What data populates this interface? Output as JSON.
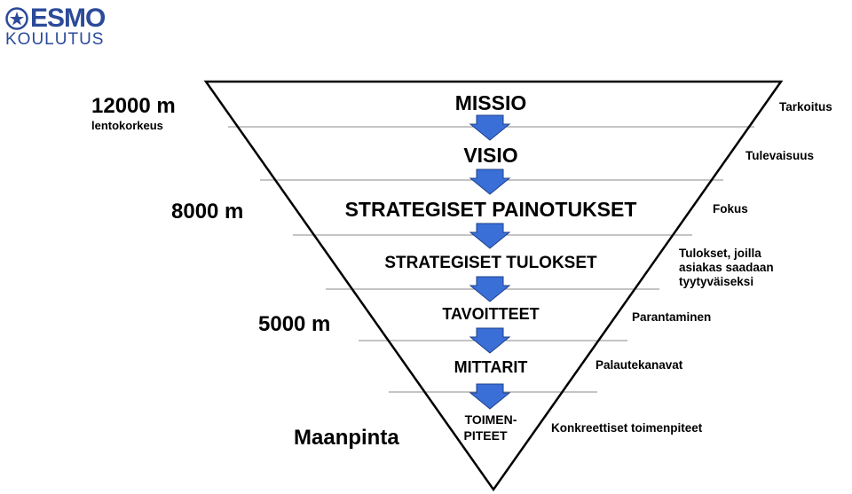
{
  "logo": {
    "brand": "ESMO",
    "subtitle": "KOULUTUS",
    "color": "#2b4a9a"
  },
  "altitudes": [
    {
      "label": "12000 m",
      "sub": "lentokorkeus"
    },
    {
      "label": "8000 m"
    },
    {
      "label": "5000 m"
    },
    {
      "label": "Maanpinta"
    }
  ],
  "bands": [
    {
      "title": "MISSIO",
      "note": "Tarkoitus"
    },
    {
      "title": "VISIO",
      "note": "Tulevaisuus"
    },
    {
      "title": "STRATEGISET PAINOTUKSET",
      "note": "Fokus"
    },
    {
      "title": "STRATEGISET TULOKSET",
      "note_lines": [
        "Tulokset, joilla",
        "asiakas saadaan",
        "tyytyväiseksi"
      ]
    },
    {
      "title": "TAVOITTEET",
      "note": "Parantaminen"
    },
    {
      "title": "MITTARIT",
      "note": "Palautekanavat"
    },
    {
      "title_lines": [
        "TOIMEN-",
        "PITEET"
      ],
      "note": "Konkreettiset toimenpiteet"
    }
  ],
  "colors": {
    "arrow": "#3a6fd8",
    "arrow_edge": "#1f3f8a",
    "line": "#000000",
    "divider": "#8a8a8a"
  },
  "icons": {
    "logo_mark": "star-circle-icon",
    "flow": "down-arrow-icon"
  }
}
